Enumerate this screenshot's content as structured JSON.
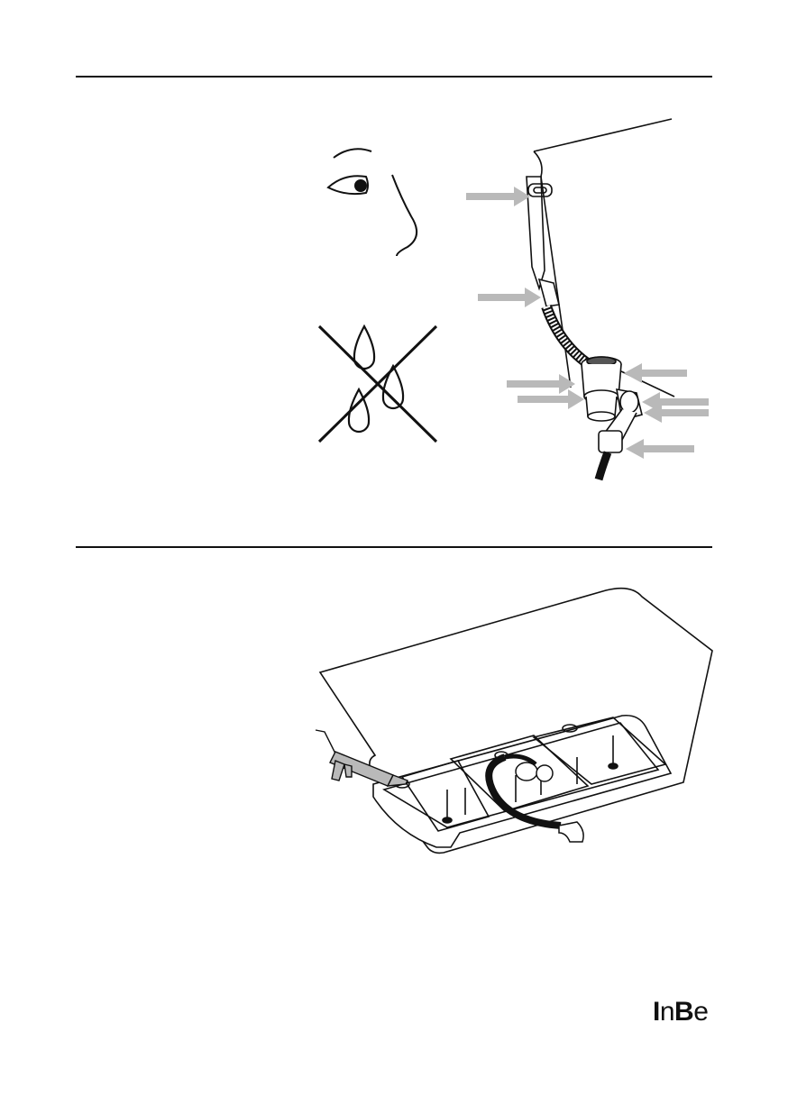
{
  "brand": {
    "logo_parts": [
      "I",
      "n",
      "B",
      "e"
    ],
    "logo_text": "InBe"
  },
  "figures": {
    "step1": {
      "icons": [
        "eye-inspect-icon",
        "no-leak-icon"
      ],
      "arrow_count": 8,
      "arrow_color": "#b9b9b9"
    },
    "step2": {
      "icons": [
        "silicone-gun-icon"
      ]
    }
  },
  "colors": {
    "line": "#111111",
    "arrow": "#b9b9b9",
    "background": "#ffffff"
  }
}
